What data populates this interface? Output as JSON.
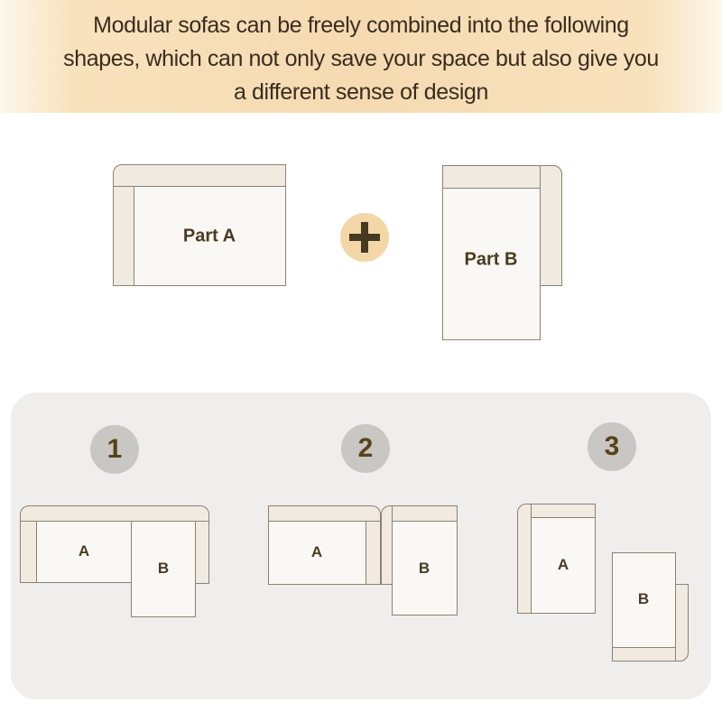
{
  "header": {
    "lines": [
      "Modular sofas can be freely combined into the following",
      "shapes, which can not only save your space but also give you",
      "a different sense of design"
    ]
  },
  "modules": {
    "part_a": {
      "label": "Part A"
    },
    "part_b": {
      "label": "Part B"
    },
    "plus_icon": "+"
  },
  "combinations": [
    {
      "number": "1",
      "part_a_label": "A",
      "part_b_label": "B"
    },
    {
      "number": "2",
      "part_a_label": "A",
      "part_b_label": "B"
    },
    {
      "number": "3",
      "part_a_label": "A",
      "part_b_label": "B"
    }
  ],
  "colors": {
    "banner_center": "#f5dab1",
    "banner_edge": "#fdf7ec",
    "heading_text": "#3a2c1e",
    "sofa_seat_fill": "#faf8f4",
    "sofa_band_fill": "#f1eae1",
    "sofa_outline": "#8b8273",
    "label_text": "#4a3a20",
    "panel_bg": "#efeeec",
    "badge_bg": "#c9c7c3",
    "badge_text": "#564419",
    "plus_circle_bg": "#f3d7a6",
    "plus_glyph": "#473922"
  }
}
